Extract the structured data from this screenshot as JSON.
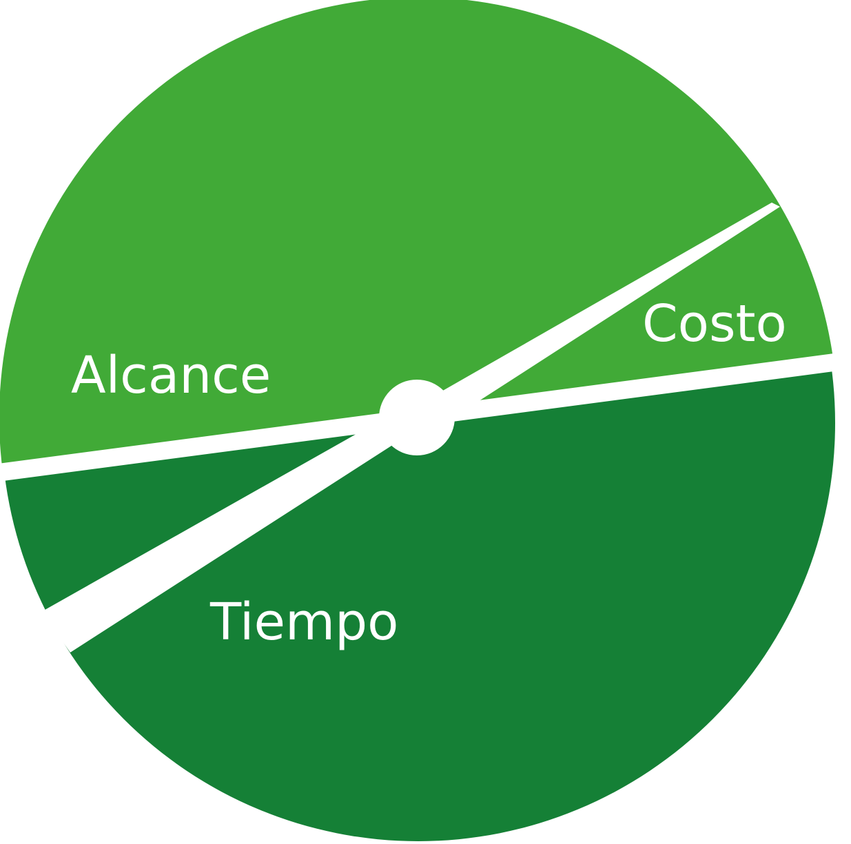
{
  "colors": {
    "light_green": "#41AA37",
    "dark_green": "#158036",
    "separator": "#FFFFFF",
    "label_text": "#FFFFFF"
  },
  "diagram": {
    "type": "segmented-circle",
    "segments": [
      {
        "id": "alcance",
        "label": "Alcance",
        "color": "#41AA37"
      },
      {
        "id": "costo",
        "label": "Costo",
        "color": "#41AA37"
      },
      {
        "id": "tiempo",
        "label": "Tiempo",
        "color": "#158036"
      }
    ]
  }
}
